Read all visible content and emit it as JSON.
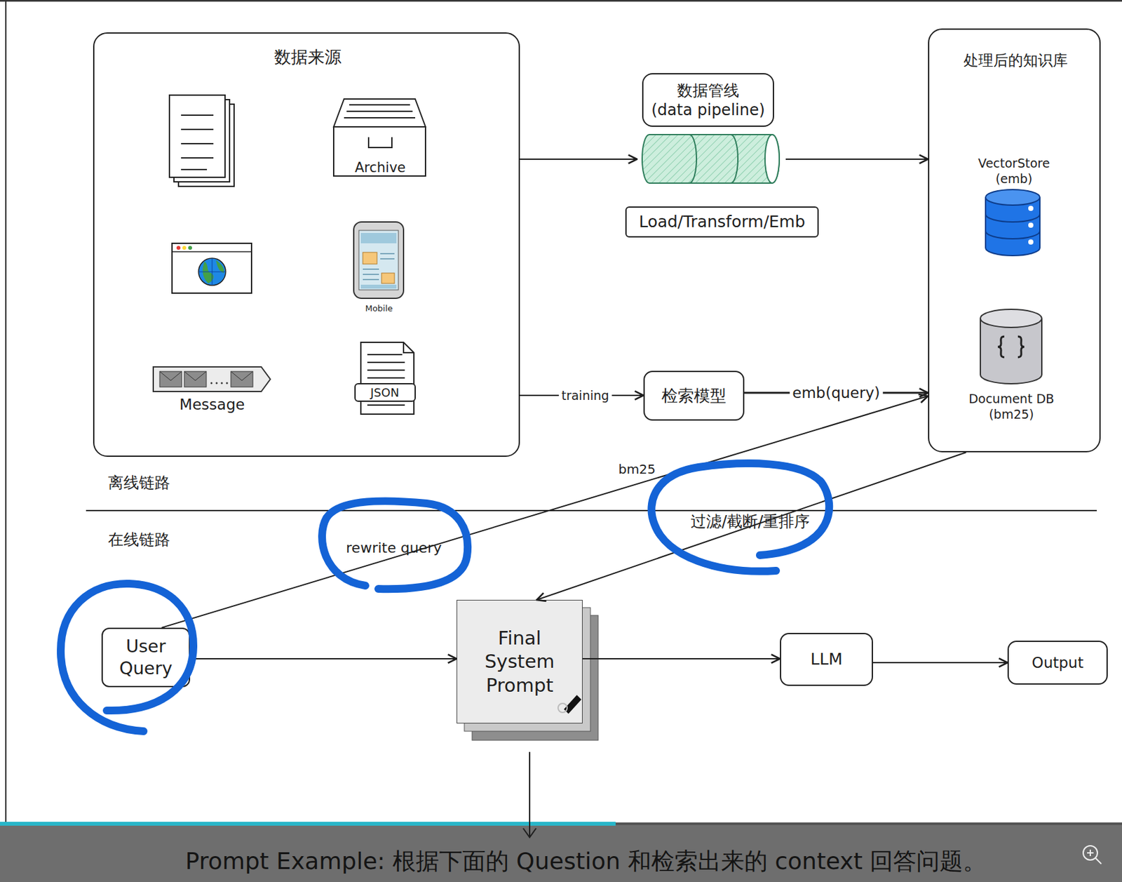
{
  "diagram": {
    "caption": "Prompt Example: 根据下面的 Question 和检索出来的 context 回答问题。",
    "nodes": [
      {
        "text": [
          "数据来源"
        ]
      },
      {
        "text": [
          "数据管线 (data pipeline)",
          "Load/Transform/Emb"
        ]
      },
      {
        "text": [
          "处理后的知识库"
        ]
      },
      {
        "text": [
          "VectorStore (emb)"
        ],
        "in": 2
      },
      {
        "text": [
          "Document DB (bm25)"
        ],
        "in": 2
      },
      {
        "text": [
          "检索模型"
        ]
      },
      {
        "text": [
          "User Query"
        ]
      },
      {
        "text": [
          "Final System Prompt"
        ]
      },
      {
        "text": [
          "LLM"
        ]
      },
      {
        "text": [
          "Output"
        ]
      }
    ],
    "edges": [
      {
        "from": 0,
        "to": 1,
        "arrow": "to"
      },
      {
        "from": 1,
        "to": 2,
        "arrow": "to"
      },
      {
        "from": 0,
        "to": 5,
        "label": "training",
        "arrow": "to"
      },
      {
        "from": 5,
        "to": 2,
        "label": "emb(query)",
        "arrow": "to"
      },
      {
        "from": 6,
        "to": 2,
        "label": "rewrite query",
        "arrow": "to"
      },
      {
        "from": 2,
        "to": 7,
        "label": "过滤/截断/重排序",
        "arrow": "to"
      },
      {
        "from": 6,
        "to": 7,
        "arrow": "to"
      },
      {
        "from": 7,
        "to": 8,
        "arrow": "to"
      },
      {
        "from": 8,
        "to": 9,
        "arrow": "to"
      }
    ],
    "labels": [
      "Archive",
      "Mobile",
      "Message",
      "JSON",
      "离线链路",
      "在线链路",
      "bm25"
    ]
  }
}
